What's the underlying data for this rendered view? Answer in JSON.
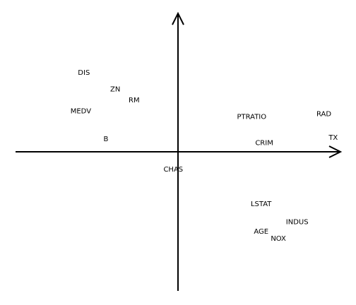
{
  "chart_data": {
    "type": "scatter",
    "title": "",
    "xlabel": "",
    "ylabel": "",
    "xlim": [
      -1.0,
      1.0
    ],
    "ylim": [
      -1.0,
      1.0
    ],
    "grid": false,
    "legend": "none",
    "axes_style": "centered-arrows",
    "marker": "text-only",
    "points": [
      {
        "label": "DIS",
        "x": -0.6,
        "y": 0.57
      },
      {
        "label": "ZN",
        "x": -0.4,
        "y": 0.45
      },
      {
        "label": "RM",
        "x": -0.28,
        "y": 0.37
      },
      {
        "label": "MEDV",
        "x": -0.62,
        "y": 0.29
      },
      {
        "label": "B",
        "x": -0.46,
        "y": 0.09
      },
      {
        "label": "CHAS",
        "x": -0.03,
        "y": -0.13
      },
      {
        "label": "PTRATIO",
        "x": 0.47,
        "y": 0.25
      },
      {
        "label": "RAD",
        "x": 0.93,
        "y": 0.27
      },
      {
        "label": "TX",
        "x": 0.99,
        "y": 0.1
      },
      {
        "label": "CRIM",
        "x": 0.55,
        "y": 0.06
      },
      {
        "label": "LSTAT",
        "x": 0.53,
        "y": -0.38
      },
      {
        "label": "INDUS",
        "x": 0.76,
        "y": -0.51
      },
      {
        "label": "AGE",
        "x": 0.53,
        "y": -0.58
      },
      {
        "label": "NOX",
        "x": 0.64,
        "y": -0.63
      }
    ]
  }
}
